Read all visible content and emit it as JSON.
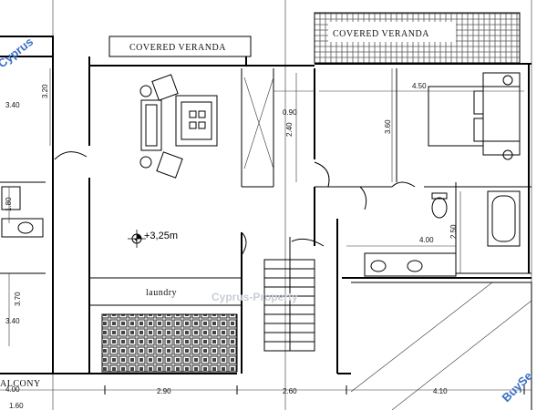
{
  "plan": {
    "room_labels": {
      "veranda_left": "COVERED VERANDA",
      "veranda_right": "COVERED VERANDA",
      "laundry": "laundry",
      "balcony": "ALCONY"
    },
    "level_marker": "+3,25m",
    "dimensions": {
      "d_3_40_top": "3.40",
      "d_3_20": "3.20",
      "d_0_90": "0.90",
      "d_2_40": "2.40",
      "d_4_50": "4.50",
      "d_3_60": "3.60",
      "d_1_80": "1.80",
      "d_4_00_right": "4.00",
      "d_2_50": "2.50",
      "d_3_70": "3.70",
      "d_3_40_bottom": "3.40",
      "d_4_00_bottom": "4.00",
      "d_2_90": "2.90",
      "d_2_60": "2.60",
      "d_4_10": "4.10",
      "d_1_60": "1.60"
    },
    "watermarks": {
      "top_left": "Cyprus",
      "bottom_right": "BuySe",
      "center": "Cyprus-Property"
    }
  }
}
